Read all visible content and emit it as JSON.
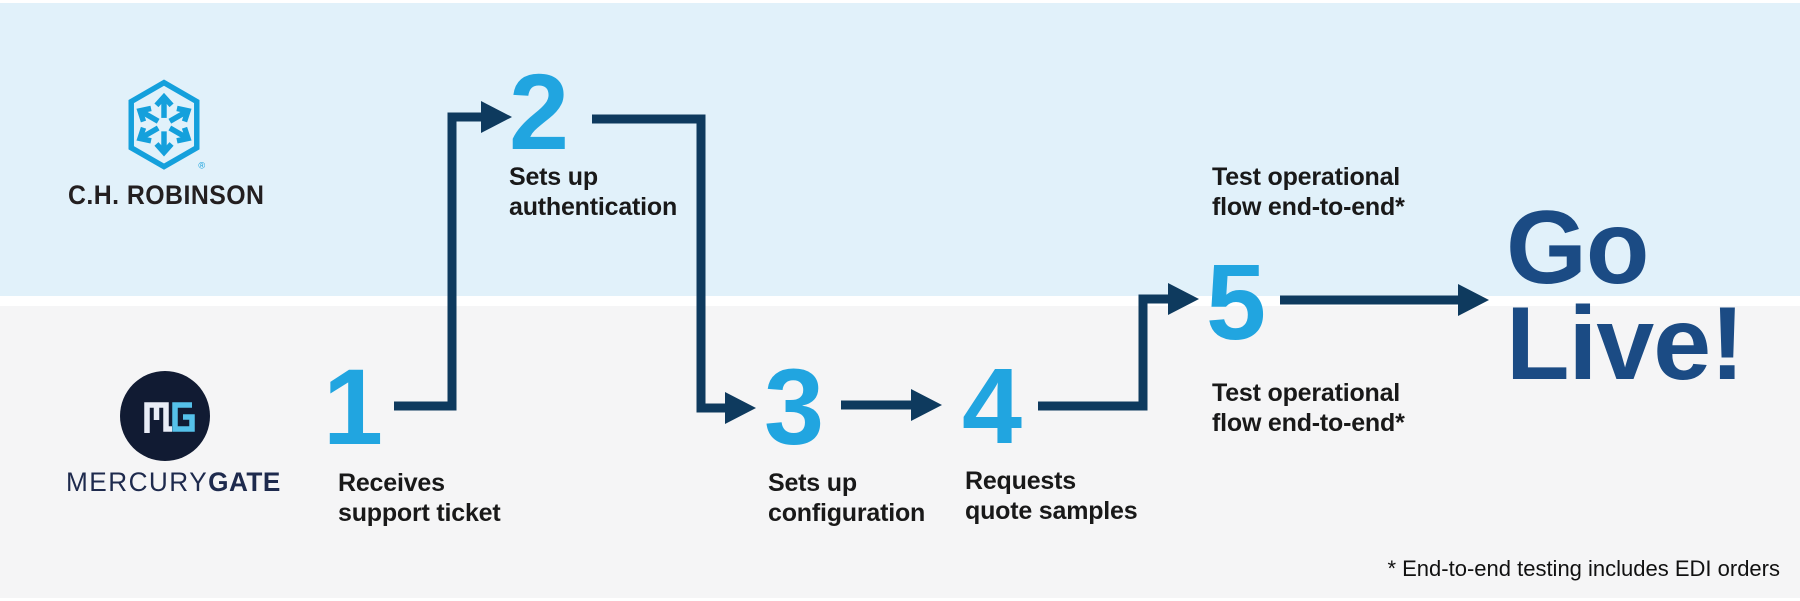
{
  "brand_top": {
    "wordmark": "C.H. ROBINSON",
    "registered_mark": "®"
  },
  "brand_bottom": {
    "monogram": "MG",
    "wordmark_regular": "MERCURY",
    "wordmark_bold": "GATE"
  },
  "steps": [
    {
      "number": "1",
      "lane": "mercurygate",
      "line1": "Receives",
      "line2": "support ticket"
    },
    {
      "number": "2",
      "lane": "chrobinson",
      "line1": "Sets up",
      "line2": "authentication"
    },
    {
      "number": "3",
      "lane": "mercurygate",
      "line1": "Sets up",
      "line2": "configuration"
    },
    {
      "number": "4",
      "lane": "mercurygate",
      "line1": "Requests",
      "line2": "quote samples"
    },
    {
      "number": "5",
      "lane": "both",
      "note_top_line1": "Test operational",
      "note_top_line2": "flow end-to-end*",
      "note_bottom_line1": "Test operational",
      "note_bottom_line2": "flow end-to-end*"
    }
  ],
  "outcome": {
    "line1": "Go",
    "line2": "Live!"
  },
  "footnote": {
    "text": "* End-to-end testing includes EDI orders"
  },
  "colors": {
    "top_band": "#e1f1fa",
    "bottom_band": "#f5f5f6",
    "divider": "#ffffff",
    "step_number_blue": "#21a5e0",
    "arrow_navy": "#0e3a5e",
    "go_live_navy": "#1b4b84",
    "label_black": "#191919",
    "chr_logo_blue": "#14a0dc",
    "chr_text": "#231f20",
    "mg_circle_navy": "#111b33",
    "mg_monogram_white": "#e9edf7",
    "mg_monogram_cyan": "#55c1ea",
    "mg_wordmark_navy": "#1e2a4d"
  }
}
